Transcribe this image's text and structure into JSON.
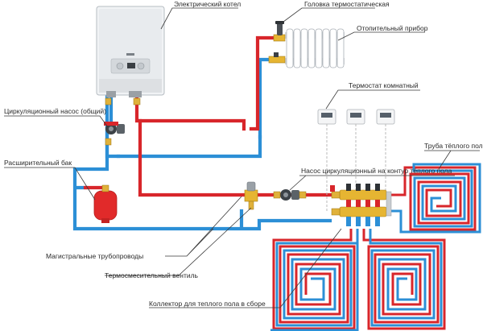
{
  "labels": {
    "boiler": "Электрический котел",
    "thermo_head": "Головка термостатическая",
    "radiator": "Отопительный прибор",
    "room_thermostat": "Термостат комнатный",
    "main_pump": "Циркуляционный насос (общий)",
    "floor_pipe": "Труба тёплого пола",
    "exp_tank": "Расширительный бак",
    "floor_pump": "Насос циркуляционный на контур тёплого пола",
    "main_pipes": "Магистральные трубопроводы",
    "mixing_valve": "Термосмесительный вентиль",
    "collector": "Коллектор для теплого пола в сборе"
  },
  "colors": {
    "supply": "#d8262b",
    "return": "#2c8fd6",
    "brass": "#e6b532"
  },
  "icons": [
    "boiler-icon",
    "radiator-icon",
    "thermostat-icon",
    "pump-icon",
    "expansion-tank-icon",
    "valve-icon",
    "collector-icon"
  ]
}
